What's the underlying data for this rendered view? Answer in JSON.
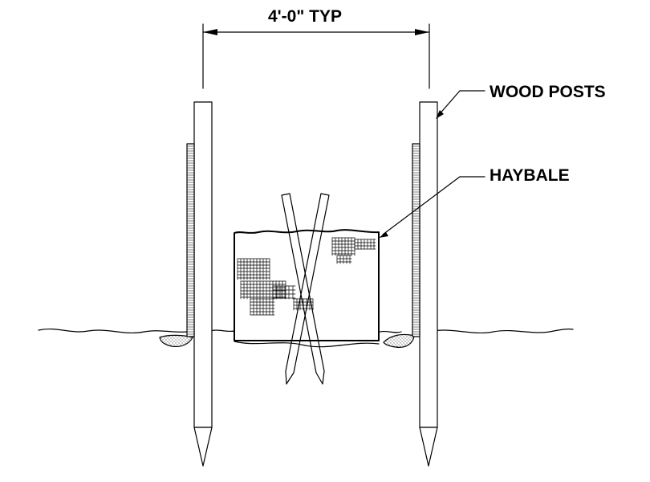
{
  "labels": {
    "dimension": "4'-0\" TYP",
    "wood_posts": "WOOD POSTS",
    "haybale": "HAYBALE"
  },
  "colors": {
    "line": "#000000",
    "background": "#ffffff"
  }
}
